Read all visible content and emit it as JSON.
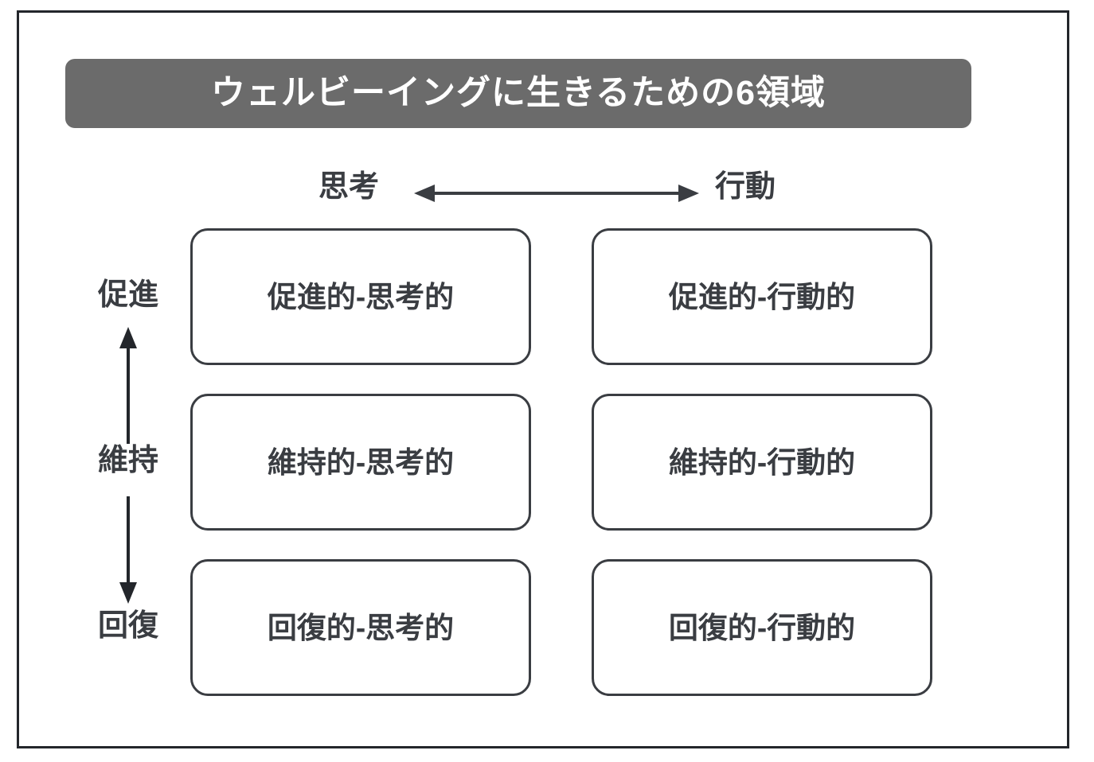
{
  "title": "ウェルビーイングに生きるための6領域",
  "colors": {
    "banner_bg": "#6b6b6b",
    "banner_text": "#ffffff",
    "ink": "#3a3d42",
    "frame": "#23262b",
    "cell_bg": "#ffffff"
  },
  "axes": {
    "columns": {
      "labels": [
        "思考",
        "行動"
      ],
      "arrow": "double-headed-horizontal-arrow"
    },
    "rows": {
      "labels": [
        "促進",
        "維持",
        "回復"
      ],
      "arrow_up": "up-arrow",
      "arrow_down": "down-arrow"
    }
  },
  "matrix": {
    "rows": [
      {
        "row_label": "促進",
        "cells": [
          {
            "label": "促進的-思考的"
          },
          {
            "label": "促進的-行動的"
          }
        ]
      },
      {
        "row_label": "維持",
        "cells": [
          {
            "label": "維持的-思考的"
          },
          {
            "label": "維持的-行動的"
          }
        ]
      },
      {
        "row_label": "回復",
        "cells": [
          {
            "label": "回復的-思考的"
          },
          {
            "label": "回復的-行動的"
          }
        ]
      }
    ]
  }
}
